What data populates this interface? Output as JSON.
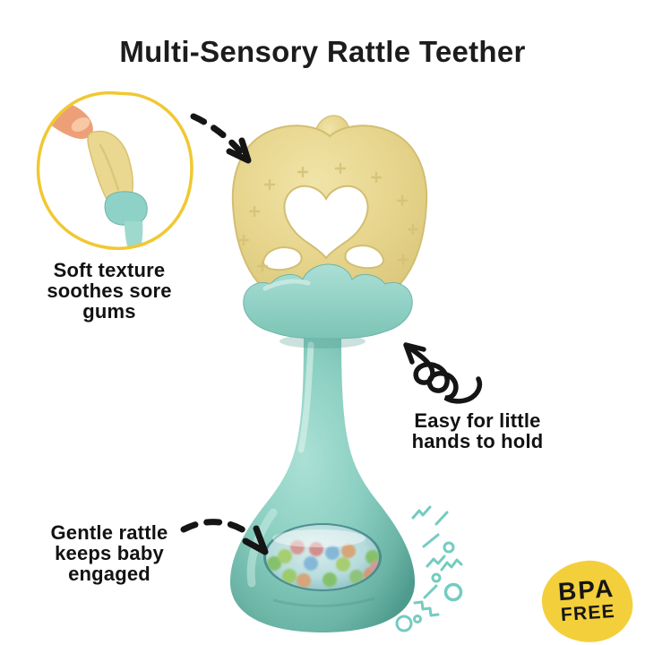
{
  "title": "Multi-Sensory Rattle Teether",
  "callouts": {
    "soft_texture": {
      "line1": "Soft texture",
      "line2": "soothes sore",
      "line3": "gums"
    },
    "easy_hold": {
      "line1": "Easy for little",
      "line2": "hands to hold"
    },
    "gentle_rattle": {
      "line1": "Gentle rattle",
      "line2": "keeps baby",
      "line3": "engaged"
    }
  },
  "badge": {
    "line1": "BPA",
    "line2": "FREE"
  },
  "colors": {
    "background": "#FFFFFF",
    "title_text": "#1C1C1C",
    "caption_text": "#121212",
    "apple_yellow": "#E7D58D",
    "handle_teal": "#8BD0C4",
    "handle_teal_dark": "#4E9B8D",
    "inset_outline_yellow": "#F1C832",
    "badge_yellow": "#F3CF3B",
    "decor_teal": "#74CBC1",
    "arrow_black": "#151515",
    "bead_green": "#7FBE4F",
    "bead_orange": "#E79A60",
    "bead_blue": "#7FB3D8",
    "bead_pink": "#E58B84",
    "finger_skin": "#ED9F77"
  }
}
